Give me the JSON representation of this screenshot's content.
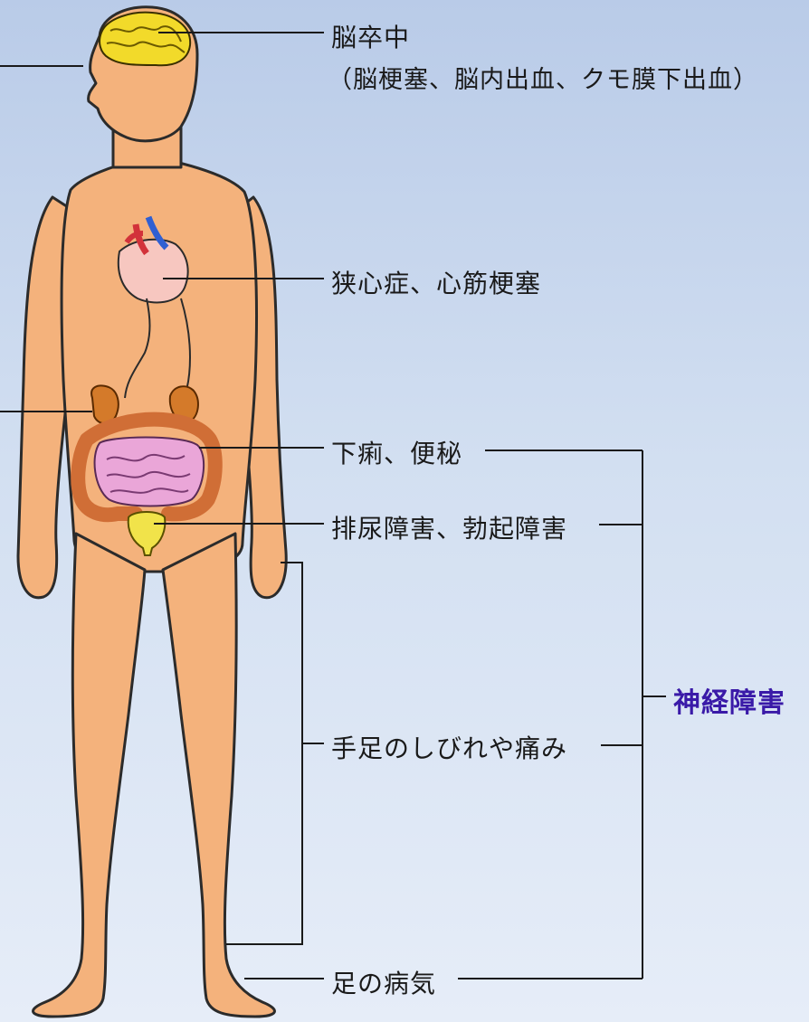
{
  "labels": {
    "stroke": "脳卒中",
    "stroke_detail": "（脳梗塞、脳内出血、クモ膜下出血）",
    "heart": "狭心症、心筋梗塞",
    "intestine": "下痢、便秘",
    "bladder": "排尿障害、勃起障害",
    "limbs": "手足のしびれや痛み",
    "foot": "足の病気",
    "nerve": "神経障害"
  },
  "colors": {
    "skin": "#f4b27c",
    "outline": "#2b2b2b",
    "brain": "#f2da2a",
    "heart": "#f7c7c0",
    "intestine": "#d06e36",
    "small_intestine": "#eaa6d8",
    "kidney": "#d47a2a",
    "bladder": "#f1e34a",
    "accent": "#3a1aa8",
    "line": "#1a1a1a"
  }
}
